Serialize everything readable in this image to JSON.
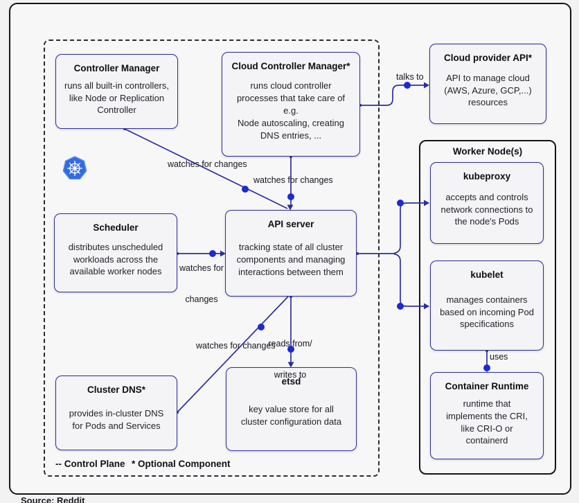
{
  "nodes": {
    "controller_manager": {
      "title": "Controller Manager",
      "body": "runs all built-in controllers,\nlike Node or Replication\nController"
    },
    "cloud_controller_manager": {
      "title": "Cloud Controller Manager*",
      "body": "runs cloud controller\nprocesses that take care of\ne.g.\nNode autoscaling, creating\nDNS entries, ..."
    },
    "cloud_provider_api": {
      "title": "Cloud provider API*",
      "body": "API to manage cloud\n(AWS, Azure, GCP,...)\nresources"
    },
    "scheduler": {
      "title": "Scheduler",
      "body": "distributes unscheduled\nworkloads across the\navailable worker nodes"
    },
    "api_server": {
      "title": "API server",
      "body": "tracking state of all cluster\ncomponents and managing\ninteractions between them"
    },
    "cluster_dns": {
      "title": "Cluster DNS*",
      "body": "provides in-cluster DNS\nfor Pods and Services"
    },
    "etcd": {
      "title": "etsd",
      "body": "key value store for all\ncluster configuration data"
    },
    "kubeproxy": {
      "title": "kubeproxy",
      "body": "accepts and controls\nnetwork connections to\nthe node's Pods"
    },
    "kubelet": {
      "title": "kubelet",
      "body": "manages containers\nbased on incoming Pod\nspecifications"
    },
    "container_runtime": {
      "title": "Container Runtime",
      "body": "runtime that\nimplements the CRI,\nlike CRI-O or\ncontainerd"
    }
  },
  "worker_node_title": "Worker Node(s)",
  "edge_labels": {
    "cm_watches": "watches for changes",
    "ccm_watches": "watches for changes",
    "talks_to": "talks to",
    "scheduler_watches_line1": "watches for",
    "scheduler_watches_line2": "changes",
    "reads_writes_line1": "reads from/",
    "reads_writes_line2": "writes to",
    "dns_watches": "watches for changes",
    "uses": "uses"
  },
  "legend": {
    "control_plane": "-- Control Plane",
    "optional_component": "* Optional Component"
  },
  "caption": "Source: Reddit",
  "icons": {
    "kubernetes_logo": "blue heptagon with white helm wheel"
  },
  "colors": {
    "line": "#2b2f9e",
    "dot": "#1c2ad2",
    "node_border": "#2c2c9e",
    "frame_border": "#141418",
    "k8s_blue": "#326ce5"
  }
}
